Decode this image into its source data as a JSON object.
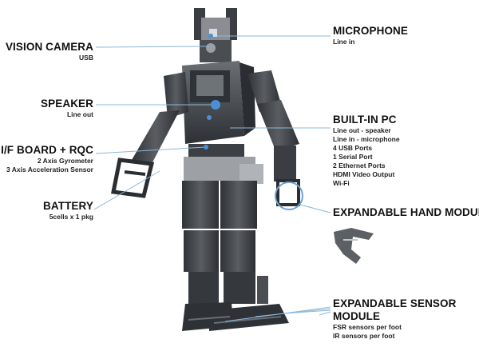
{
  "colors": {
    "leader": "#8db8da",
    "accent_dot": "#4a90d9",
    "robot_dark": "#3b3e42",
    "robot_mid": "#5d6166",
    "robot_light": "#9a9ea3"
  },
  "labels": {
    "vision_camera": {
      "title": "VISION CAMERA",
      "lines": [
        "USB"
      ]
    },
    "speaker": {
      "title": "SPEAKER",
      "lines": [
        "Line out"
      ]
    },
    "if_board": {
      "title": "I/F BOARD + RQC",
      "lines": [
        "2 Axis Gyrometer",
        "3 Axis Acceleration Sensor"
      ]
    },
    "battery": {
      "title": "BATTERY",
      "lines": [
        "5cells x 1 pkg"
      ]
    },
    "microphone": {
      "title": "MICROPHONE",
      "lines": [
        "Line in"
      ]
    },
    "built_in_pc": {
      "title": "BUILT-IN PC",
      "lines": [
        "Line out - speaker",
        "Line in - microphone",
        "4 USB Ports",
        "1 Serial Port",
        "2 Ethernet Ports",
        "HDMI Video Output",
        "Wi-Fi"
      ]
    },
    "hand_module": {
      "title": "EXPANDABLE HAND MODULE"
    },
    "sensor_module": {
      "title": "EXPANDABLE SENSOR",
      "title2": "MODULE",
      "lines": [
        "FSR sensors per foot",
        "IR sensors per foot"
      ]
    }
  }
}
